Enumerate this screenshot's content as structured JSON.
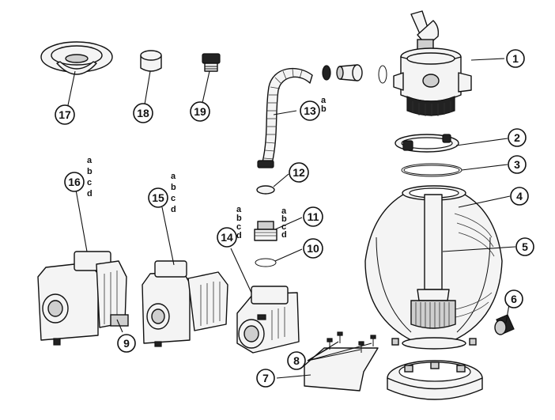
{
  "callouts": [
    {
      "id": "c1",
      "num": "1"
    },
    {
      "id": "c2",
      "num": "2"
    },
    {
      "id": "c3",
      "num": "3"
    },
    {
      "id": "c4",
      "num": "4"
    },
    {
      "id": "c5",
      "num": "5"
    },
    {
      "id": "c6",
      "num": "6"
    },
    {
      "id": "c7",
      "num": "7"
    },
    {
      "id": "c8",
      "num": "8"
    },
    {
      "id": "c9",
      "num": "9"
    },
    {
      "id": "c10",
      "num": "10"
    },
    {
      "id": "c11",
      "num": "11",
      "letters": [
        "a",
        "b",
        "c",
        "d"
      ]
    },
    {
      "id": "c12",
      "num": "12"
    },
    {
      "id": "c13",
      "num": "13",
      "letters": [
        "a",
        "b"
      ]
    },
    {
      "id": "c14",
      "num": "14",
      "letters": [
        "a",
        "b",
        "c",
        "d"
      ]
    },
    {
      "id": "c15",
      "num": "15",
      "letters": [
        "a",
        "b",
        "c",
        "d"
      ]
    },
    {
      "id": "c16",
      "num": "16",
      "letters": [
        "a",
        "b",
        "c",
        "d"
      ]
    },
    {
      "id": "c17",
      "num": "17"
    },
    {
      "id": "c18",
      "num": "18"
    },
    {
      "id": "c19",
      "num": "19"
    }
  ],
  "colors": {
    "line": "#111111",
    "fill": "#f4f4f4",
    "background": "#ffffff"
  }
}
